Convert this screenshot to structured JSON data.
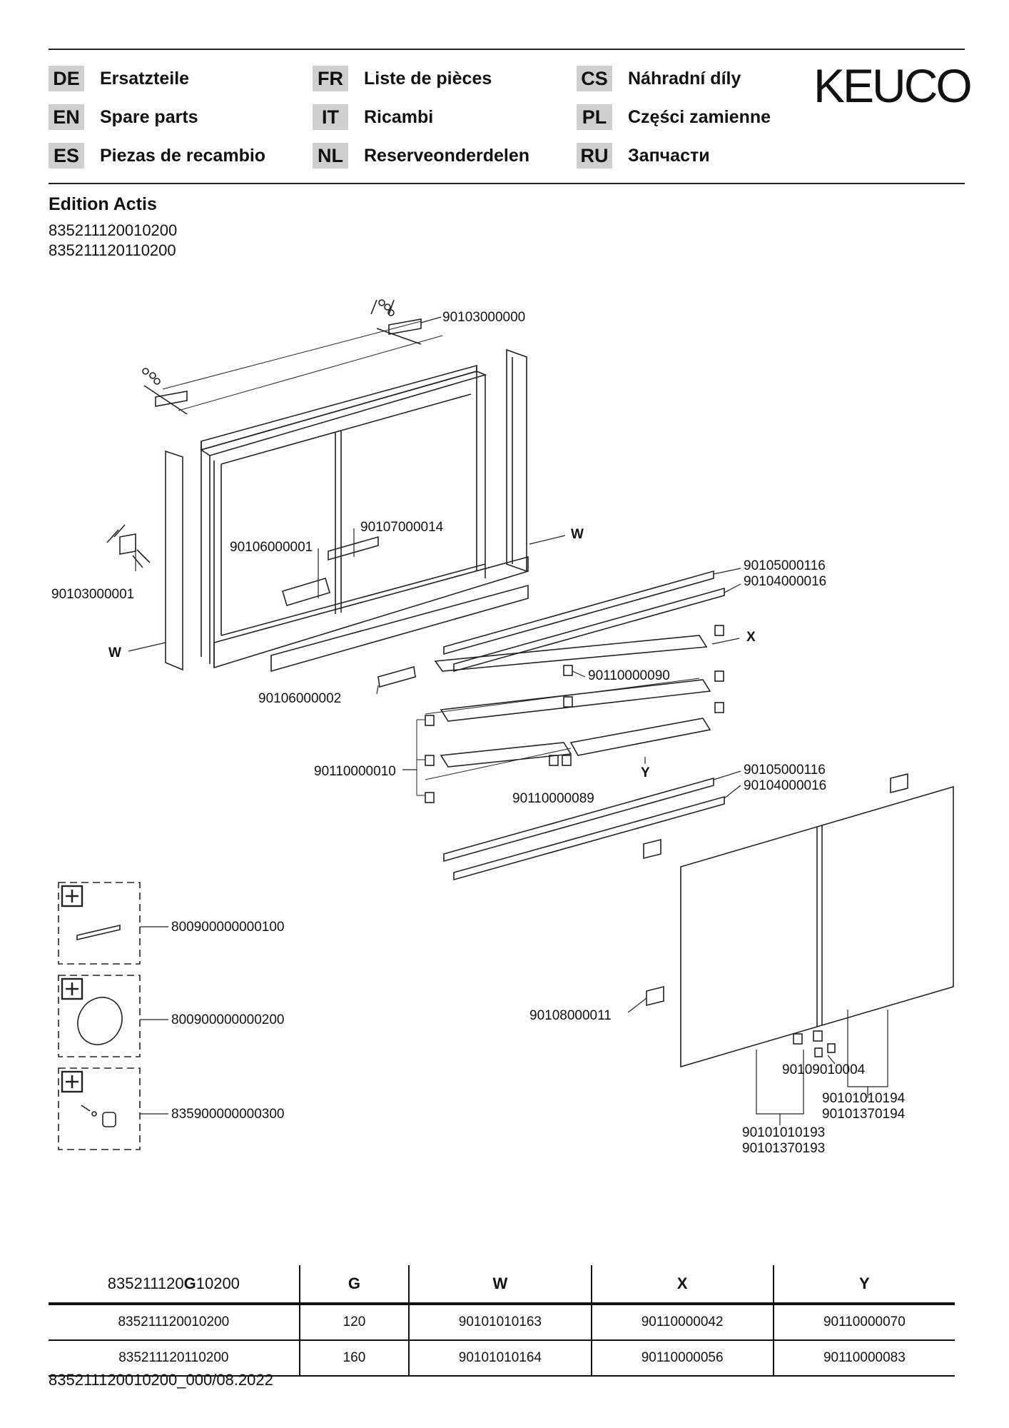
{
  "header": {
    "languages": [
      {
        "code": "DE",
        "label": "Ersatzteile"
      },
      {
        "code": "FR",
        "label": "Liste de pièces"
      },
      {
        "code": "CS",
        "label": "Náhradní díly"
      },
      {
        "code": "EN",
        "label": "Spare parts"
      },
      {
        "code": "IT",
        "label": "Ricambi"
      },
      {
        "code": "PL",
        "label": "Części zamienne"
      },
      {
        "code": "ES",
        "label": "Piezas de recambio"
      },
      {
        "code": "NL",
        "label": "Reserveonderdelen"
      },
      {
        "code": "RU",
        "label": "Запчасти"
      }
    ],
    "logo": "KEUCO"
  },
  "product": {
    "title": "Edition Actis",
    "articles": [
      "835211120010200",
      "835211120110200"
    ]
  },
  "diagram": {
    "labels": {
      "p1": "90103000000",
      "p2": "90103000001",
      "p3": "W",
      "p4": "90106000001",
      "p5": "90107000014",
      "p6": "W",
      "p7": "90105000116",
      "p8": "90104000016",
      "p9": "X",
      "p10": "90106000002",
      "p11": "90110000090",
      "p12": "90110000010",
      "p13": "Y",
      "p14": "90110000089",
      "p15": "90105000116",
      "p16": "90104000016",
      "p17": "800900000000100",
      "p18": "800900000000200",
      "p19": "90108000011",
      "p20": "90109010004",
      "p21": "90101010194",
      "p22": "90101370194",
      "p23": "835900000000300",
      "p24": "90101010193",
      "p25": "90101370193"
    }
  },
  "table": {
    "header_prefix": "835211120",
    "header_bold": "G",
    "header_suffix": "10200",
    "columns": [
      "G",
      "W",
      "X",
      "Y"
    ],
    "rows": [
      [
        "835211120010200",
        "120",
        "90101010163",
        "90110000042",
        "90110000070"
      ],
      [
        "835211120110200",
        "160",
        "90101010164",
        "90110000056",
        "90110000083"
      ]
    ]
  },
  "footer": "835211120010200_000/08.2022"
}
